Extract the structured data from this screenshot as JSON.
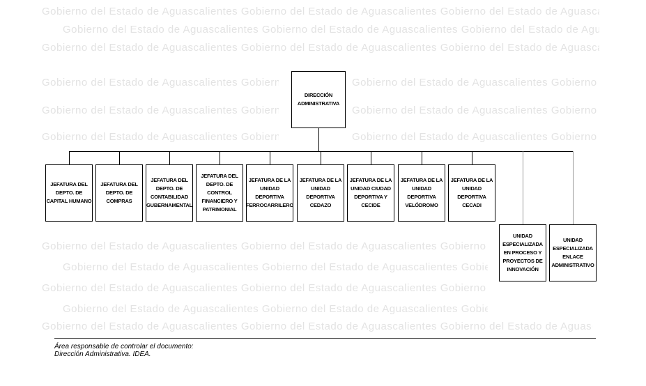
{
  "watermark": "Gobierno del Estado de Aguascalientes",
  "org_chart": {
    "root": "DIRECCIÓN ADMINISTRATIVA",
    "children": [
      "JEFATURA DEL DEPTO. DE CAPITAL HUMANO",
      "JEFATURA DEL DEPTO. DE COMPRAS",
      "JEFATURA DEL DEPTO. DE CONTABILIDAD GUBERNAMENTAL",
      "JEFATURA DEL DEPTO. DE CONTROL FINANCIERO Y PATRIMONIAL",
      "JEFATURA DE LA UNIDAD DEPORTIVA FERROCARRILERO",
      "JEFATURA DE LA UNIDAD DEPORTIVA CEDAZO",
      "JEFATURA DE LA UNIDAD CIUDAD DEPORTIVA Y CECIDE",
      "JEFATURA DE LA UNIDAD DEPORTIVA VELÓDROMO",
      "JEFATURA DE LA UNIDAD DEPORTIVA CECADI",
      "UNIDAD ESPECIALIZADA EN PROCESO Y PROYECTOS DE INNOVACIÓN",
      "UNIDAD ESPECIALIZADA ENLACE ADMINISTRATIVO"
    ]
  },
  "footer": {
    "line1": "Área responsable de controlar el documento:",
    "line2": "Dirección Administrativa. IDEA."
  }
}
